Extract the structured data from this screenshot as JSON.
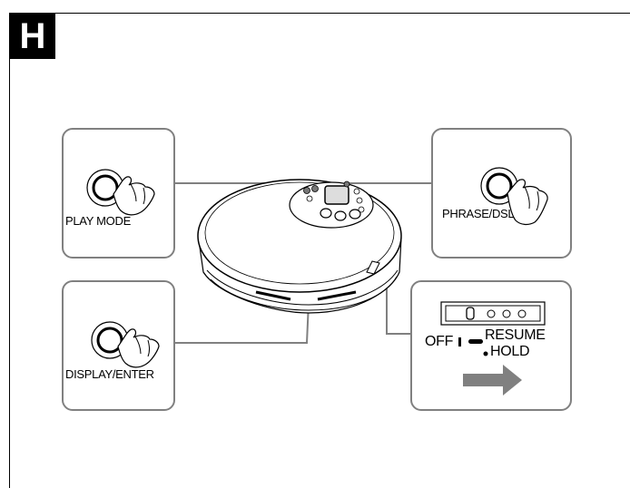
{
  "section_badge": "H",
  "labels": {
    "play_mode": "PLAY MODE",
    "display_enter": "DISPLAY/ENTER",
    "phrase_dsl": "PHRASE/DSL",
    "off": "OFF",
    "resume": "RESUME",
    "hold": "HOLD"
  }
}
